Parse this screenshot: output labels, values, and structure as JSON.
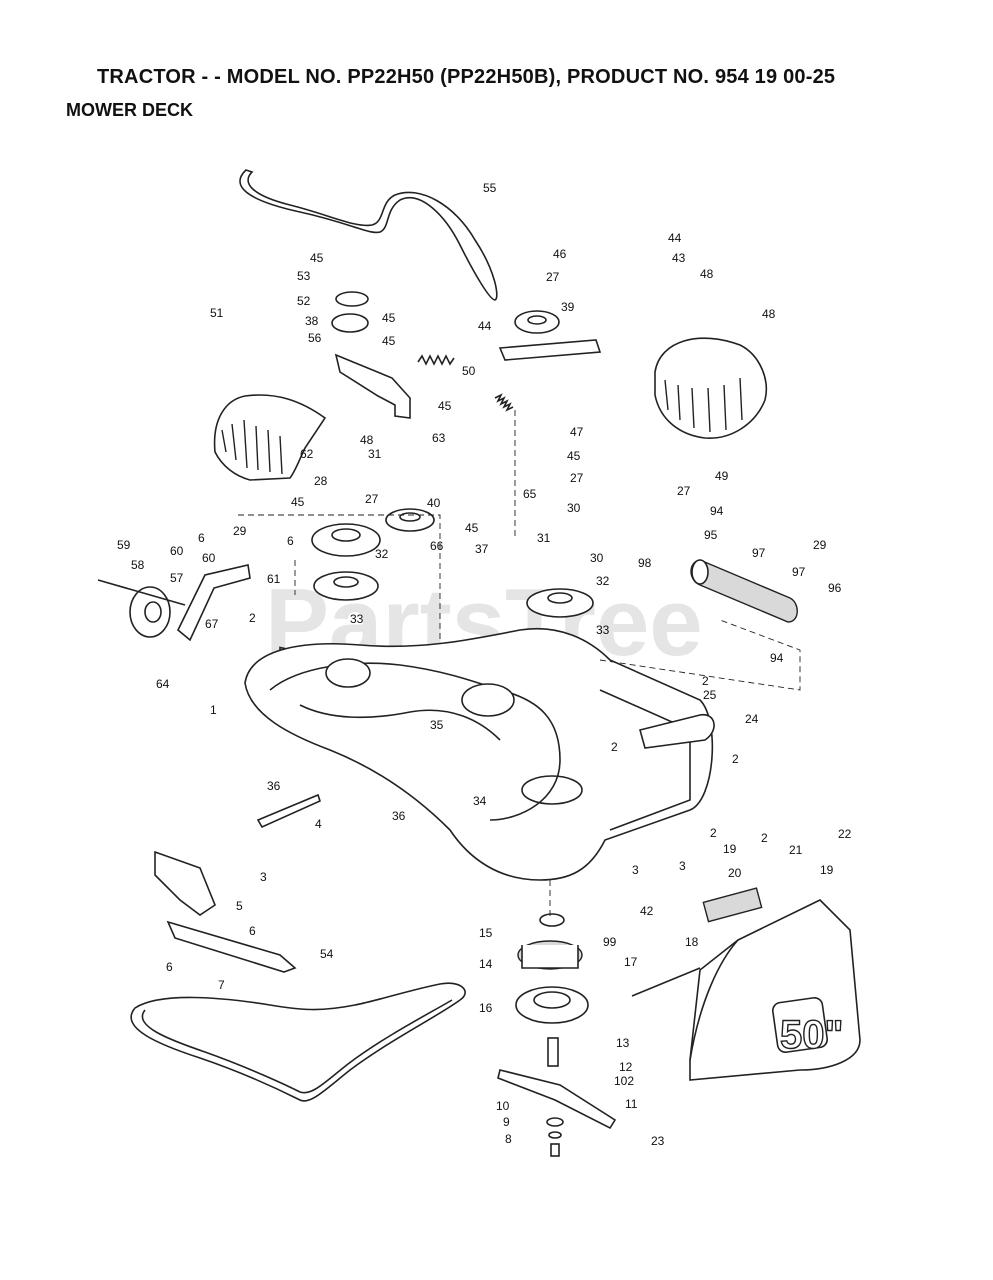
{
  "header": {
    "title": "TRACTOR - - MODEL NO. PP22H50 (PP22H50B), PRODUCT NO. 954 19 00-25",
    "subtitle": "MOWER DECK"
  },
  "watermark": "PartsTree",
  "deck_badge": "50\"",
  "callouts": [
    "55",
    "46",
    "45",
    "44",
    "43",
    "27",
    "39",
    "45",
    "53",
    "52",
    "38",
    "45",
    "44",
    "56",
    "50",
    "45",
    "51",
    "48",
    "48",
    "48",
    "63",
    "62",
    "49",
    "47",
    "45",
    "27",
    "28",
    "31",
    "45",
    "27",
    "40",
    "65",
    "30",
    "27",
    "94",
    "95",
    "97",
    "98",
    "29",
    "29",
    "6",
    "60",
    "60",
    "6",
    "45",
    "37",
    "66",
    "31",
    "30",
    "32",
    "32",
    "33",
    "33",
    "59",
    "58",
    "57",
    "61",
    "2",
    "67",
    "64",
    "1",
    "97",
    "96",
    "94",
    "2",
    "25",
    "24",
    "2",
    "2",
    "35",
    "36",
    "34",
    "4",
    "36",
    "3",
    "3",
    "3",
    "2",
    "19",
    "2",
    "21",
    "22",
    "20",
    "19",
    "42",
    "99",
    "5",
    "15",
    "14",
    "6",
    "6",
    "7",
    "54",
    "16",
    "18",
    "17",
    "13",
    "12",
    "102",
    "11",
    "10",
    "9",
    "8",
    "23"
  ]
}
